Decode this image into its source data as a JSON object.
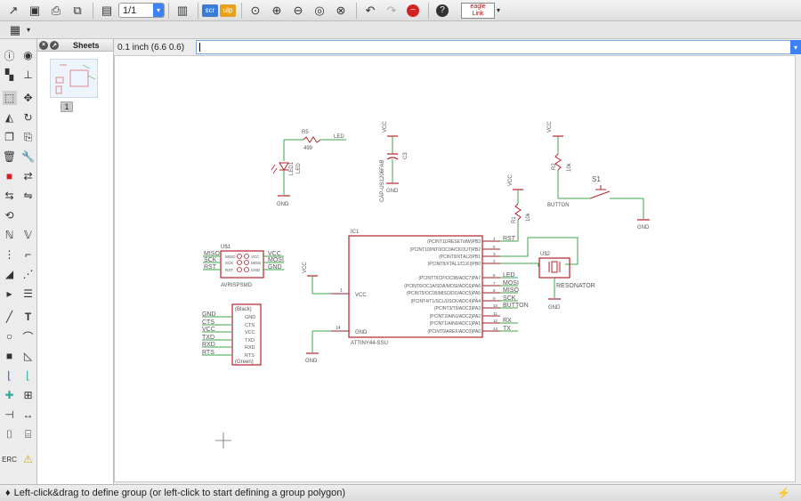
{
  "toolbar": {
    "sheet_value": "1/1",
    "logo_line1": "eagle",
    "logo_line2": "Link",
    "icons": [
      "open-icon",
      "save-icon",
      "print-icon",
      "cam-icon",
      "board-switch-icon",
      "sheet-select",
      "use-library-icon",
      "script-icon",
      "ulp-icon",
      "zoom-fit-icon",
      "zoom-in-icon",
      "zoom-out-icon",
      "zoom-redraw-icon",
      "zoom-select-icon",
      "undo-icon",
      "redo-icon",
      "stop-icon",
      "help-icon",
      "eagle-logo"
    ]
  },
  "sheets_panel": {
    "title": "Sheets",
    "sheet_number": "1"
  },
  "command": {
    "grid": "0.1 inch (6.6 0.6)",
    "value": ""
  },
  "status": {
    "message": "Left-click&drag to define group (or left-click to start defining a group polygon)"
  },
  "schematic": {
    "r5_name": "R5",
    "r5_value": "499",
    "led_net": "LED",
    "led1_name": "LED1",
    "led1_pkg": "LED",
    "gnd": "GND",
    "vcc": "VCC",
    "c3_name": "C3",
    "c3_value": "CAP-US1206FAB",
    "r2_name": "R2",
    "r2_value": "10k",
    "s1_name": "S1",
    "button_net": "BUTTON",
    "r1_name": "R1",
    "r1_value": "10k",
    "ic1_name": "IC1",
    "ic1_value": "ATTINY44-SSU",
    "ic1_pins_right": [
      {
        "label": "(PCINT11/RESET/dW)PB3",
        "num": "4",
        "net": "RST"
      },
      {
        "label": "(PCINT10/INT0/OC0A/CKOUT)PB2",
        "num": "5",
        "net": ""
      },
      {
        "label": "(PCINT9/XTAL2)PB1",
        "num": "3",
        "net": ""
      },
      {
        "label": "(PCINT8/XTAL1/CLKI)PB0",
        "num": "2",
        "net": ""
      },
      {
        "label": "(PCINT7/ICP/OC0B/ADC7)PA7",
        "num": "6",
        "net": "LED"
      },
      {
        "label": "(PCINT6/OC1A/SDA/MOSI/ADC6)PA6",
        "num": "7",
        "net": "MOSI"
      },
      {
        "label": "(PCINT5/OC1B/MISO/DO/ADC5)PA5",
        "num": "8",
        "net": "MISO"
      },
      {
        "label": "(PCINT4/T1/SCL/USCK/ADC4)PA4",
        "num": "9",
        "net": "SCK"
      },
      {
        "label": "(PCINT3/T0/ADC3)PA3",
        "num": "10",
        "net": "BUTTON"
      },
      {
        "label": "(PCINT2/AIN1/ADC2)PA2",
        "num": "11",
        "net": ""
      },
      {
        "label": "(PCINT1/AIN0/ADC1)PA1",
        "num": "12",
        "net": "RX"
      },
      {
        "label": "(PCINT0/AREF/ADC0)PA0",
        "num": "13",
        "net": "TX"
      }
    ],
    "ic1_vcc": "VCC",
    "ic1_vcc_num": "1",
    "ic1_gnd": "GND",
    "ic1_gnd_num": "14",
    "u1_name": "U$1",
    "u1_value": "AVRISPSMD",
    "u1_left": [
      "MISO",
      "SCK",
      "RST"
    ],
    "u1_right": [
      "VCC",
      "MOSI",
      "GND"
    ],
    "u1_inner_left": [
      "MISO",
      "SCK",
      "RST"
    ],
    "u1_inner_right": [
      "VCC",
      "MOSI",
      "GND"
    ],
    "ftdi_top": "(Black)",
    "ftdi_bottom": "(Green)",
    "ftdi_nets": [
      "GND",
      "CTS",
      "VCC",
      "TXD",
      "RXD",
      "RTS"
    ],
    "ftdi_pins": [
      "GND",
      "CTS",
      "VCC",
      "TXD",
      "RXD",
      "RTS"
    ],
    "u2_name": "U$2",
    "u2_value": "RESONATOR"
  },
  "colors": {
    "wire": "#3fa34d",
    "part": "#b5222c",
    "text": "#555555",
    "pin": "#9e1f28"
  }
}
